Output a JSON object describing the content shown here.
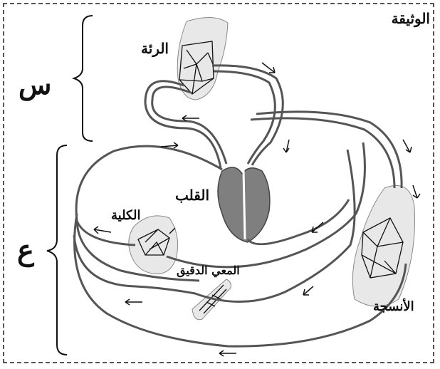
{
  "document": {
    "title": "الوثيقة"
  },
  "organs": {
    "lung": "الرئة",
    "heart": "القلب",
    "kidney": "الكلية",
    "intestine": "المعي الدقيق",
    "tissues": "الأنسجة"
  },
  "circuits": {
    "pulmonary": "س",
    "systemic": "ع"
  },
  "colors": {
    "vessel": "#555555",
    "heart": "#7f7f7f",
    "organ_fill": "#e8e8e8",
    "line": "#111111"
  }
}
